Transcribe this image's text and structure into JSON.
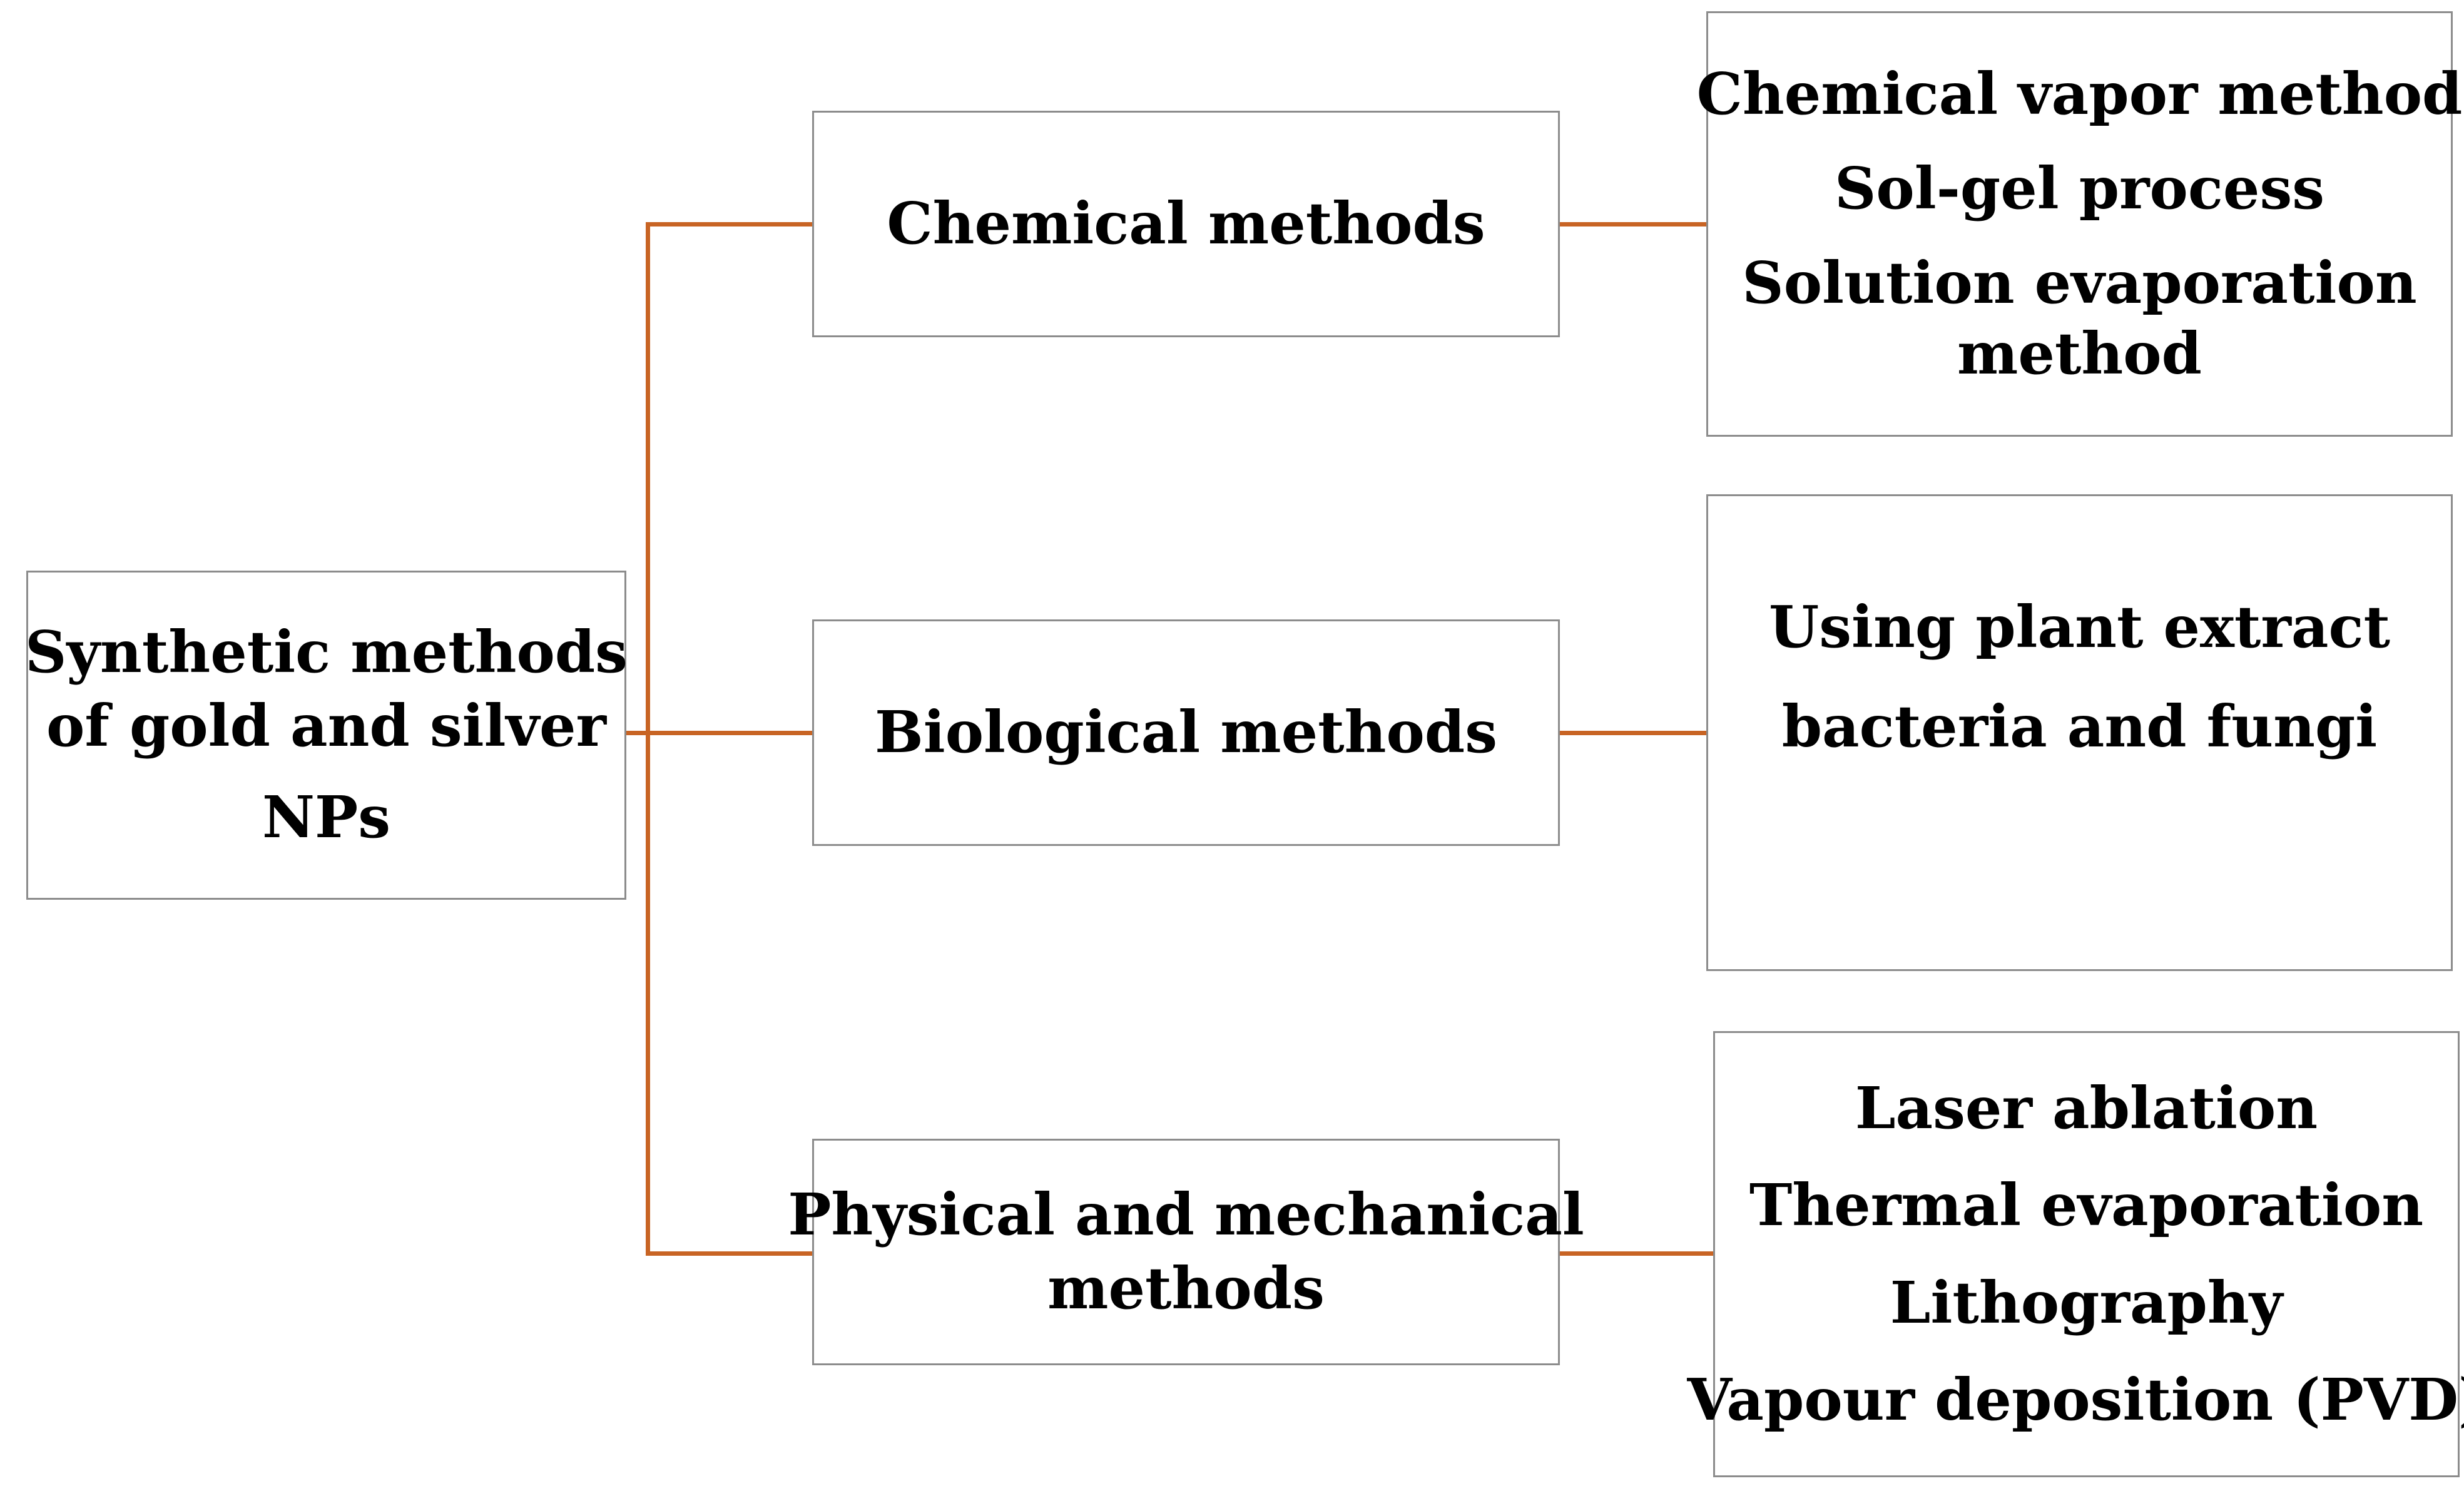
{
  "root": {
    "lines": [
      "Synthetic methods",
      "of gold and silver",
      "NPs"
    ]
  },
  "methods": [
    {
      "lines": [
        "Chemical methods"
      ]
    },
    {
      "lines": [
        "Biological methods"
      ]
    },
    {
      "lines": [
        "Physical and mechanical",
        "methods"
      ]
    }
  ],
  "details": [
    {
      "lines": [
        "Chemical vapor method",
        "Sol-gel process",
        "Solution evaporation",
        "method"
      ]
    },
    {
      "lines": [
        "Using plant extract",
        "bacteria and fungi"
      ]
    },
    {
      "lines": [
        "Laser ablation",
        "Thermal evaporation",
        "Lithography",
        "Vapour deposition (PVD)"
      ]
    }
  ],
  "colors": {
    "connector": "#c86424",
    "box_border": "#8c8c8c"
  }
}
